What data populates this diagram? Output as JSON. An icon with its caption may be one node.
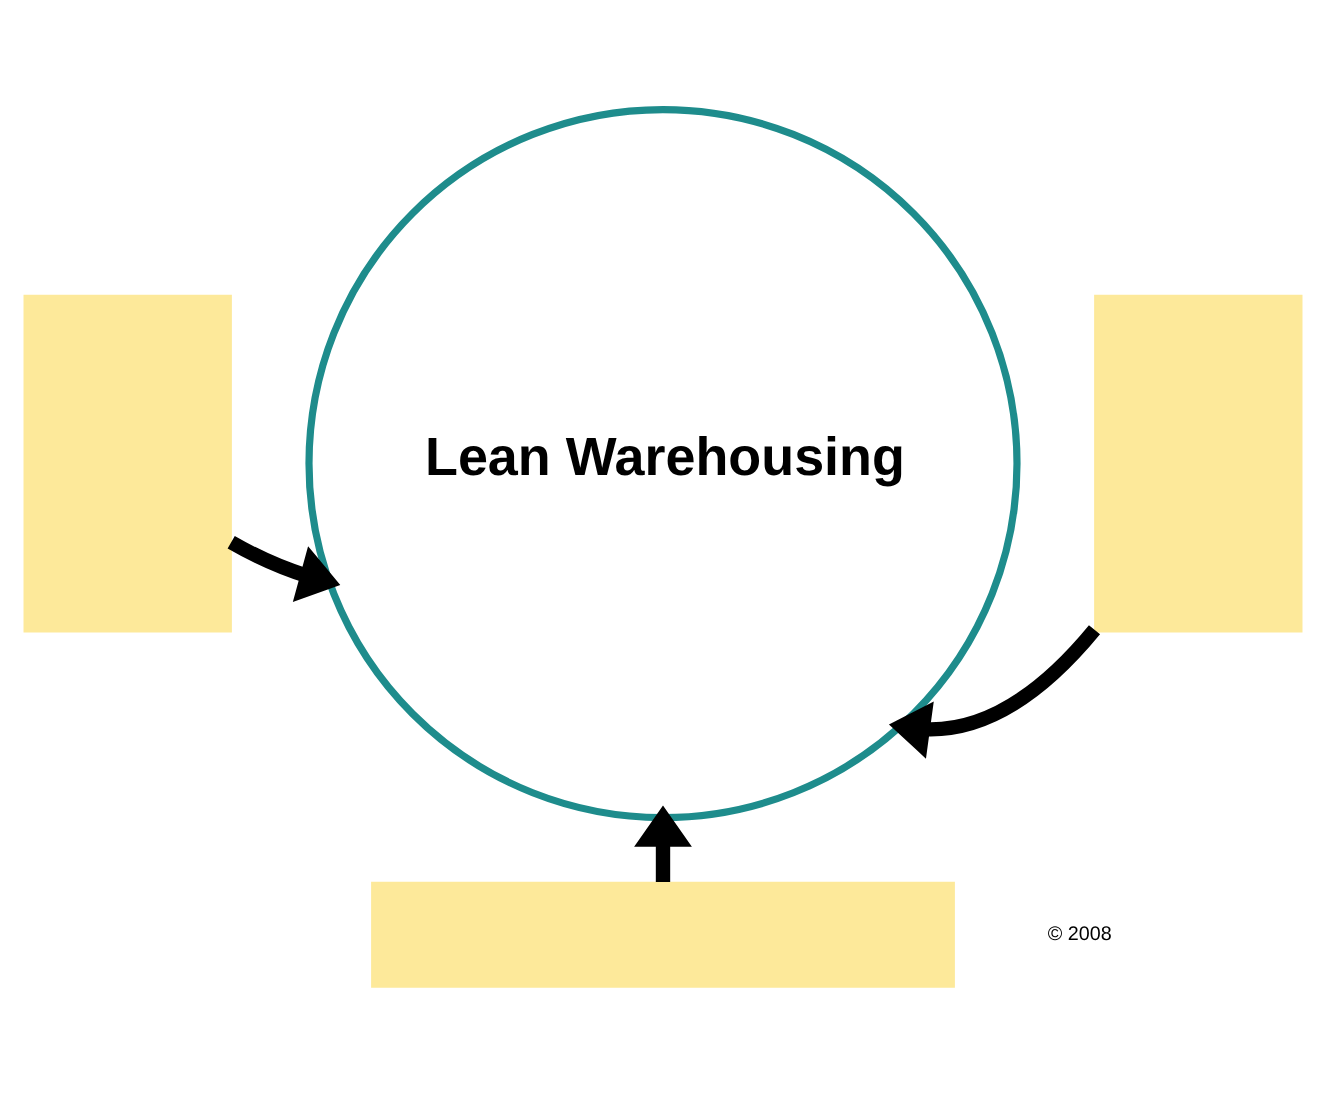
{
  "diagram": {
    "nodes": [
      {
        "text": [],
        "shape": "box"
      },
      {
        "text": [
          "Lean Warehousing"
        ]
      },
      {
        "text": [],
        "shape": "box"
      },
      {
        "text": [],
        "shape": "box"
      }
    ],
    "edges": [
      {
        "from": 0,
        "to": 1,
        "arrow": "to"
      },
      {
        "from": 2,
        "to": 1,
        "arrow": "to"
      },
      {
        "from": 3,
        "to": 1,
        "arrow": "to"
      }
    ],
    "labels": [
      "© 2008"
    ]
  }
}
